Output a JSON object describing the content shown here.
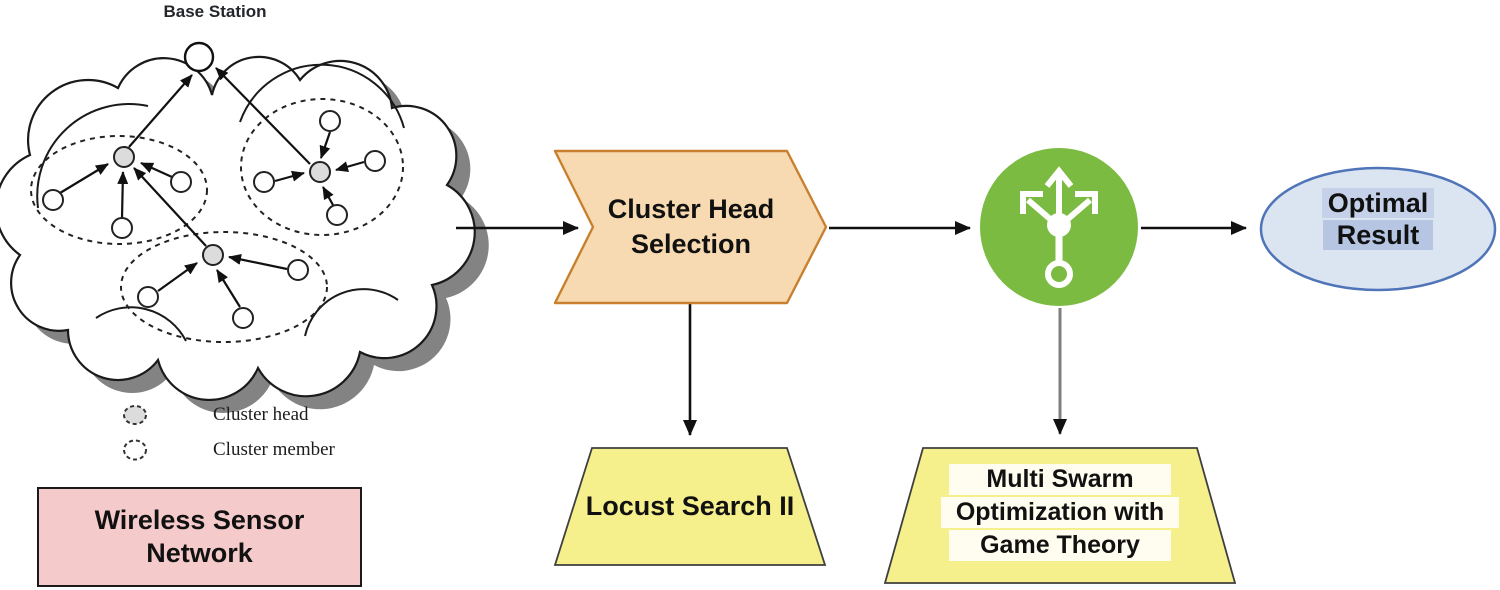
{
  "wsn": {
    "base_station_label": "Base Station",
    "legend_head": "Cluster head",
    "legend_member": "Cluster member",
    "caption": "Wireless Sensor Network"
  },
  "flow": {
    "step1": "Cluster Head Selection",
    "step1_method": "Locust Search II",
    "step2_method_lines": [
      "Multi Swarm",
      "Optimization with",
      "Game Theory"
    ],
    "result_lines": [
      "Optimal",
      "Result"
    ]
  },
  "colors": {
    "chevron_fill": "#F7DAB1",
    "chevron_stroke": "#C8802F",
    "trapezoid_fill": "#F6F08C",
    "trapezoid_stroke": "#3f3f3f",
    "green_circle": "#7CBB42",
    "ellipse_fill": "#DBE5F1",
    "ellipse_stroke": "#4F74B8",
    "ellipse_highlight": "#B5C5E2",
    "caption_box_fill": "#F5CACA",
    "cloud_shadow": "#838383",
    "node_head_fill": "#DCDCDC",
    "arrow_color": "#1a1a1a",
    "gray_arrow_color": "#7f7f7f"
  }
}
